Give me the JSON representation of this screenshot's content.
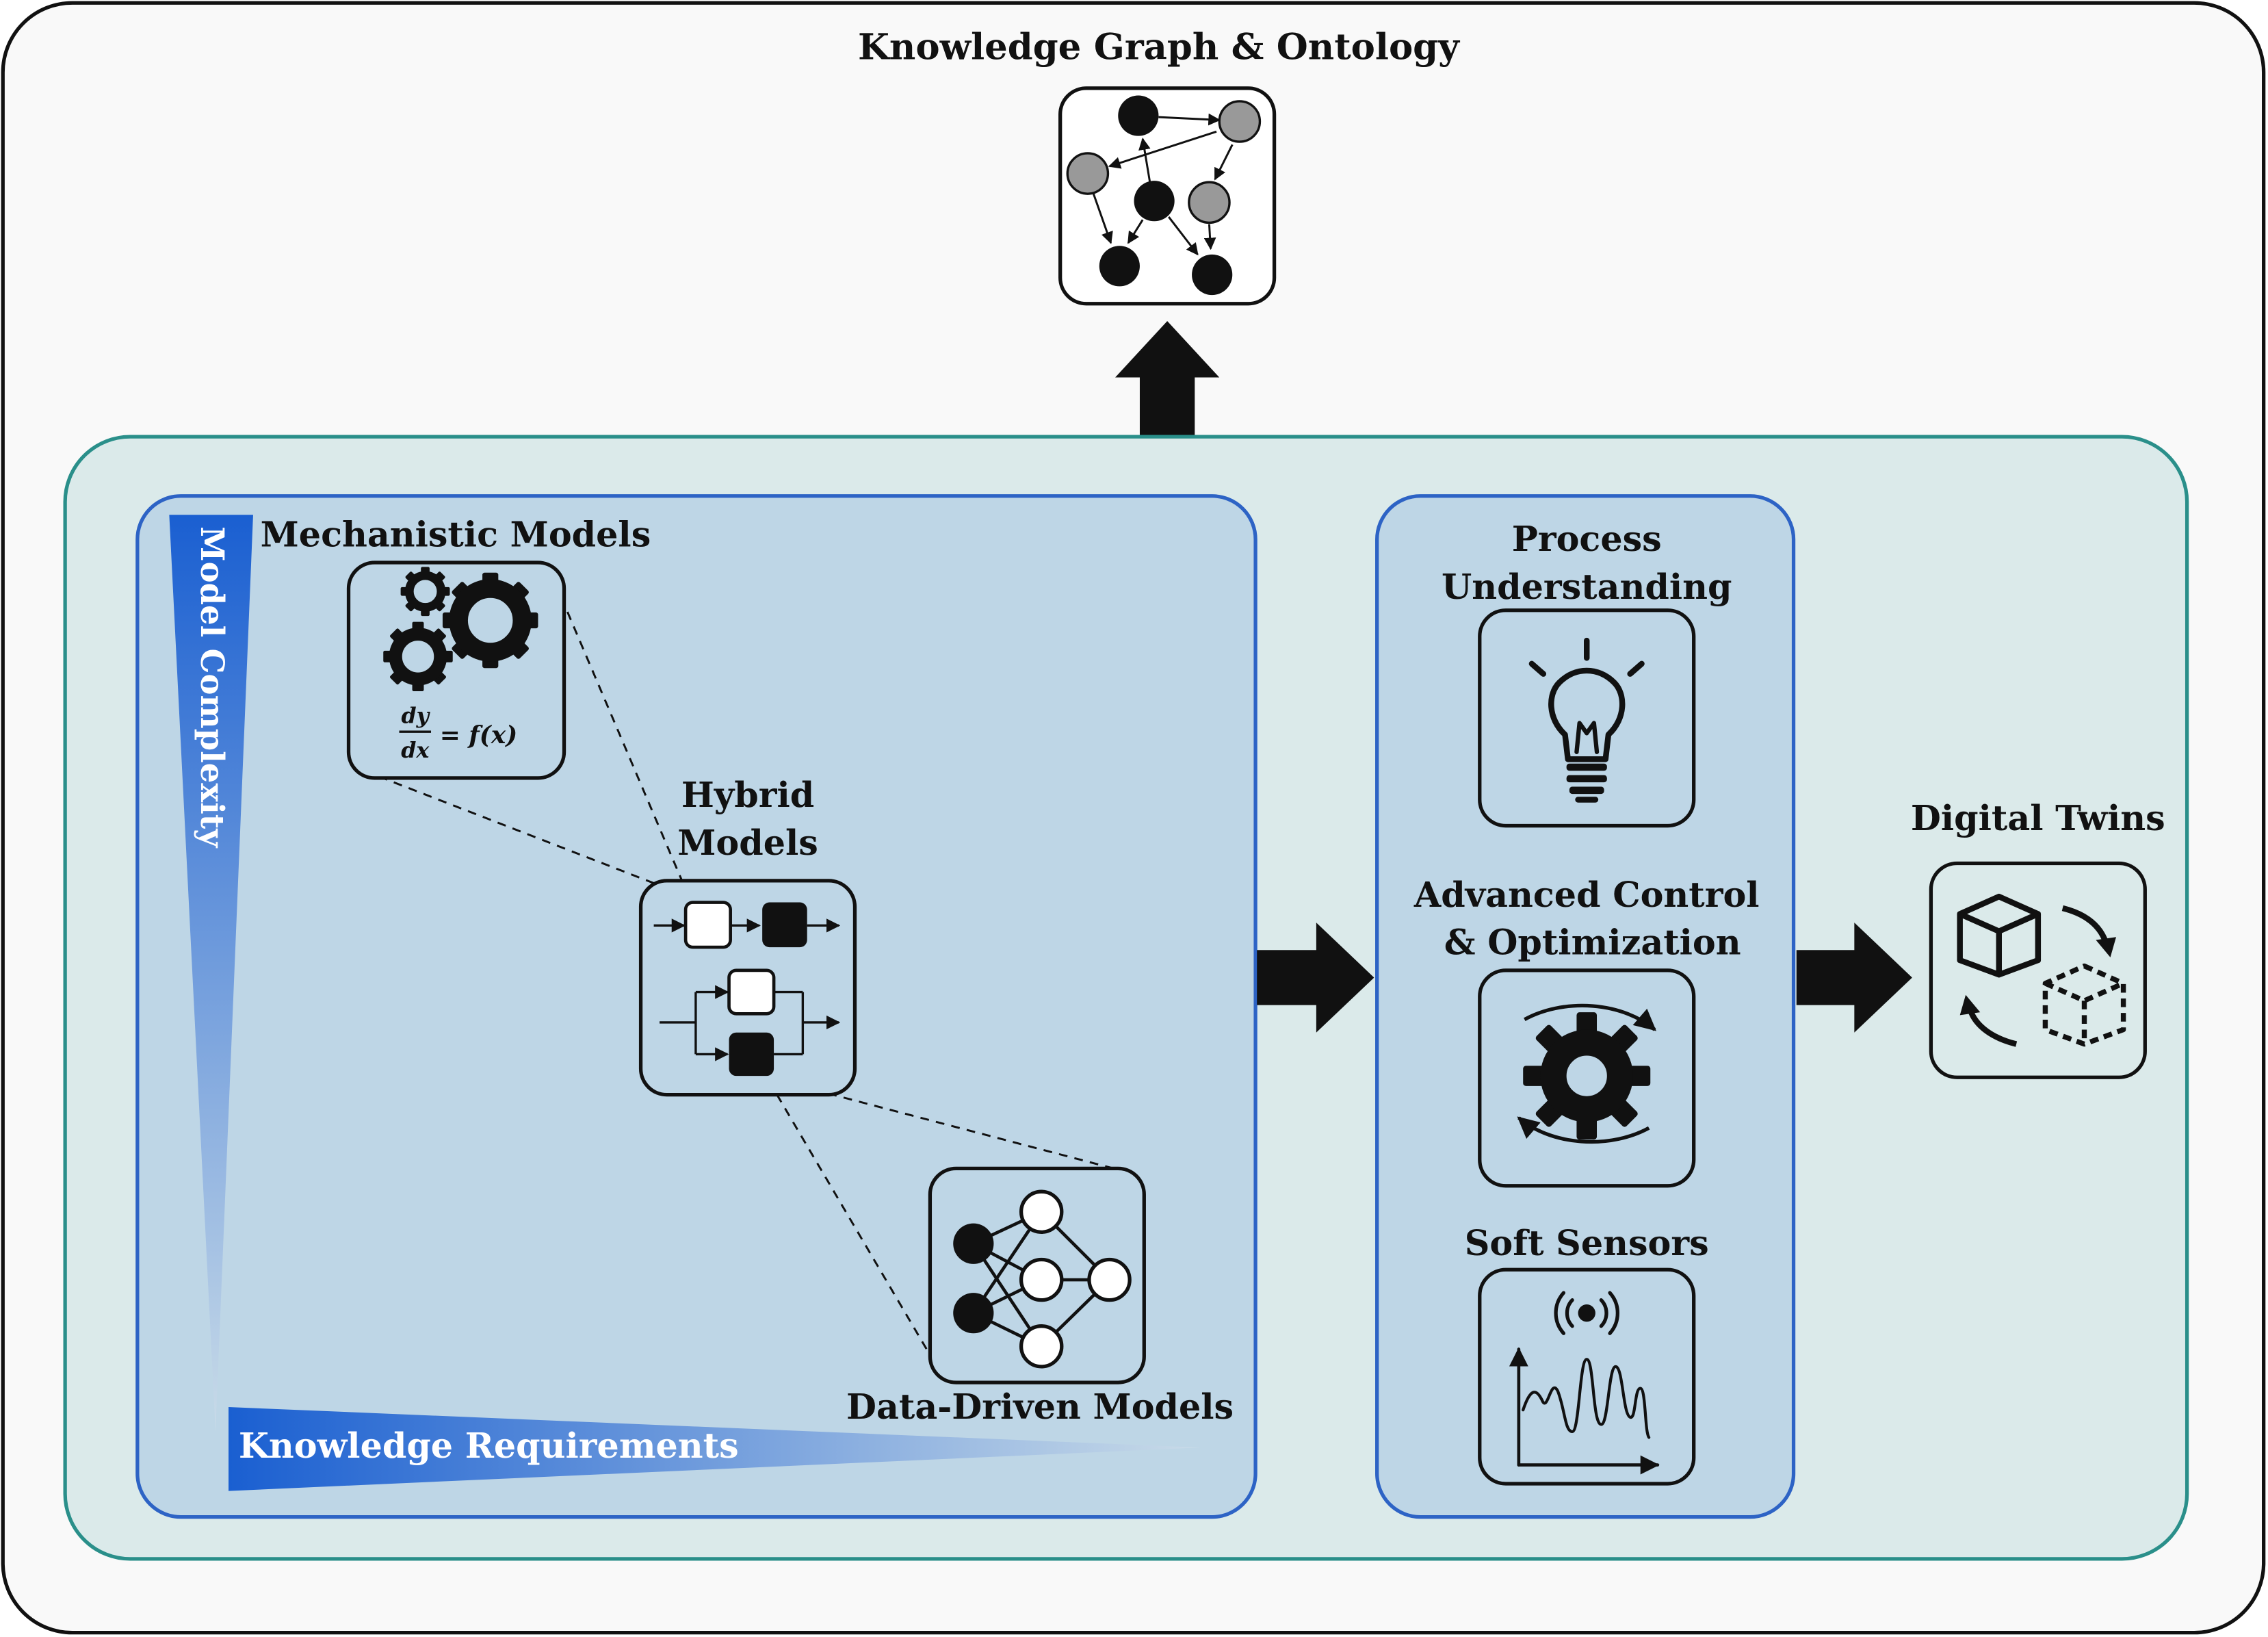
{
  "colors": {
    "page_bg": "#f9f9f9",
    "outer_border": "#111111",
    "teal_panel_fill": "#dbeaea",
    "teal_panel_stroke": "#2a8f8a",
    "blue_panel_fill": "#bed6e6",
    "blue_panel_stroke": "#2d63c5",
    "gradient_dark": "#1a5fd1",
    "gradient_light": "#c9dbe8",
    "node_gray": "#999999",
    "ink": "#111111"
  },
  "top": {
    "title": "Knowledge Graph & Ontology",
    "icon": "knowledge-graph-icon"
  },
  "models_panel": {
    "vertical_axis_label": "Model Complexity",
    "horizontal_axis_label": "Knowledge Requirements",
    "mechanistic": {
      "title": "Mechanistic Models",
      "icon": "gears-icon",
      "equation": {
        "num": "dy",
        "den": "dx",
        "rhs": "= f(x)"
      }
    },
    "hybrid": {
      "title_line1": "Hybrid",
      "title_line2": "Models",
      "icon": "block-diagram-icon"
    },
    "data_driven": {
      "title": "Data-Driven Models",
      "icon": "neural-network-icon"
    }
  },
  "applications_panel": {
    "process_understanding": {
      "title_line1": "Process",
      "title_line2": "Understanding",
      "icon": "lightbulb-icon"
    },
    "advanced_control": {
      "title_line1": "Advanced Control",
      "title_line2": "& Optimization",
      "icon": "gear-cycle-icon"
    },
    "soft_sensors": {
      "title": "Soft Sensors",
      "icon": "sensor-signal-icon"
    }
  },
  "digital_twins": {
    "title": "Digital Twins",
    "icon": "cube-sync-icon"
  }
}
